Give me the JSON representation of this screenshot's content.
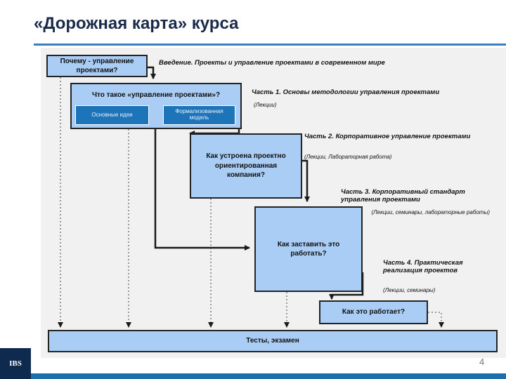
{
  "title": "«Дорожная карта» курса",
  "page_number": "4",
  "logo_text": "IBS",
  "boxes": {
    "why": "Почему - управление проектами?",
    "what": "Что такое «управление проектами»?",
    "main_ideas": "Основные идеи",
    "formal_model": "Формализованная модель",
    "how_built": "Как устроена проектно ориентированная компания?",
    "make_work": "Как заставить это работать?",
    "how_works": "Как это работает?",
    "tests": "Тесты, экзамен"
  },
  "labels": {
    "intro": "Введение. Проекты и управление проектами в современном мире",
    "part1": "Часть 1. Основы методологии управления проектами",
    "part1_sub": "(Лекции)",
    "part2": "Часть 2. Корпоративное управление проектами",
    "part2_sub": "(Лекции, Лабораторная работа)",
    "part3": "Часть 3. Корпоративный стандарт управления проектами",
    "part3_sub": "(Лекции, семинары, лабораторные работы)",
    "part4": "Часть 4. Практическая реализация проектов",
    "part4_sub": "(Лекции, семинары)"
  },
  "colors": {
    "box_fill": "#a9cdf5",
    "inner_fill": "#1d74b9",
    "accent": "#3b7fc0",
    "panel": "#f1f1f1"
  }
}
